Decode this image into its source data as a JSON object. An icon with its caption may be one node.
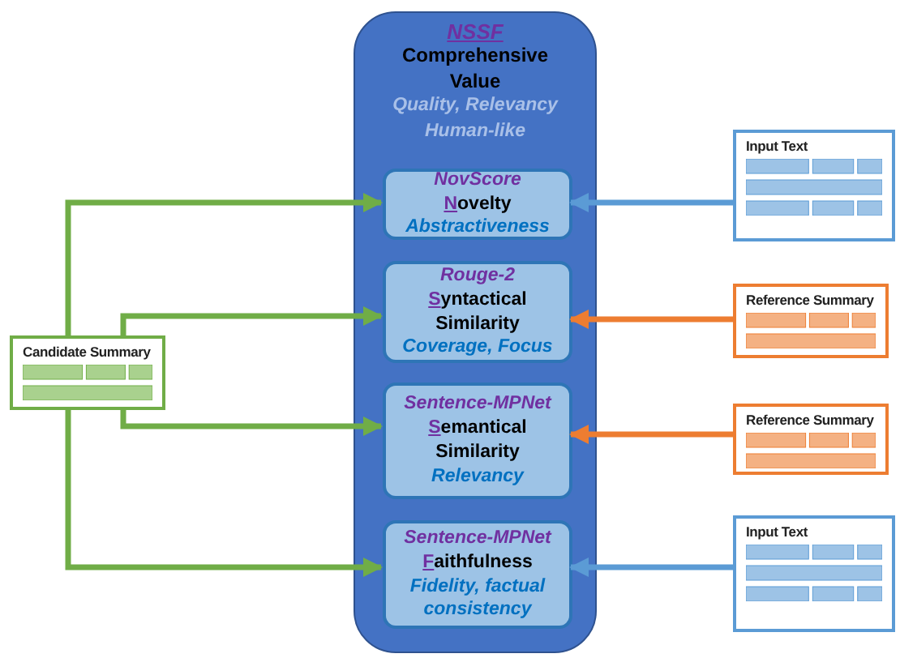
{
  "diagram": {
    "nodes": [
      {
        "text": [
          "NSSF",
          "Comprehensive Value",
          "Quality, Relevancy Human-like"
        ]
      },
      {
        "text": [
          "NovScore",
          "Novelty",
          "Abstractiveness"
        ],
        "in": 0
      },
      {
        "text": [
          "Rouge-2",
          "Syntactical Similarity",
          "Coverage, Focus"
        ],
        "in": 0
      },
      {
        "text": [
          "Sentence-MPNet",
          "Semantical Similarity",
          "Relevancy"
        ],
        "in": 0
      },
      {
        "text": [
          "Sentence-MPNet",
          "Faithfulness",
          "Fidelity, factual consistency"
        ],
        "in": 0
      },
      {
        "text": [
          "Candidate Summary"
        ]
      },
      {
        "text": [
          "Input Text"
        ]
      },
      {
        "text": [
          "Reference Summary"
        ]
      },
      {
        "text": [
          "Reference Summary"
        ]
      },
      {
        "text": [
          "Input Text"
        ]
      }
    ],
    "edges": [
      {
        "from": 5,
        "to": 1,
        "arrow": "to"
      },
      {
        "from": 5,
        "to": 2,
        "arrow": "to"
      },
      {
        "from": 5,
        "to": 3,
        "arrow": "to"
      },
      {
        "from": 5,
        "to": 4,
        "arrow": "to"
      },
      {
        "from": 6,
        "to": 1,
        "arrow": "to",
        "color": "#5b9bd5"
      },
      {
        "from": 7,
        "to": 2,
        "arrow": "to",
        "color": "#ed7d31"
      },
      {
        "from": 8,
        "to": 3,
        "arrow": "to",
        "color": "#ed7d31"
      },
      {
        "from": 9,
        "to": 4,
        "arrow": "to",
        "color": "#5b9bd5"
      }
    ]
  }
}
